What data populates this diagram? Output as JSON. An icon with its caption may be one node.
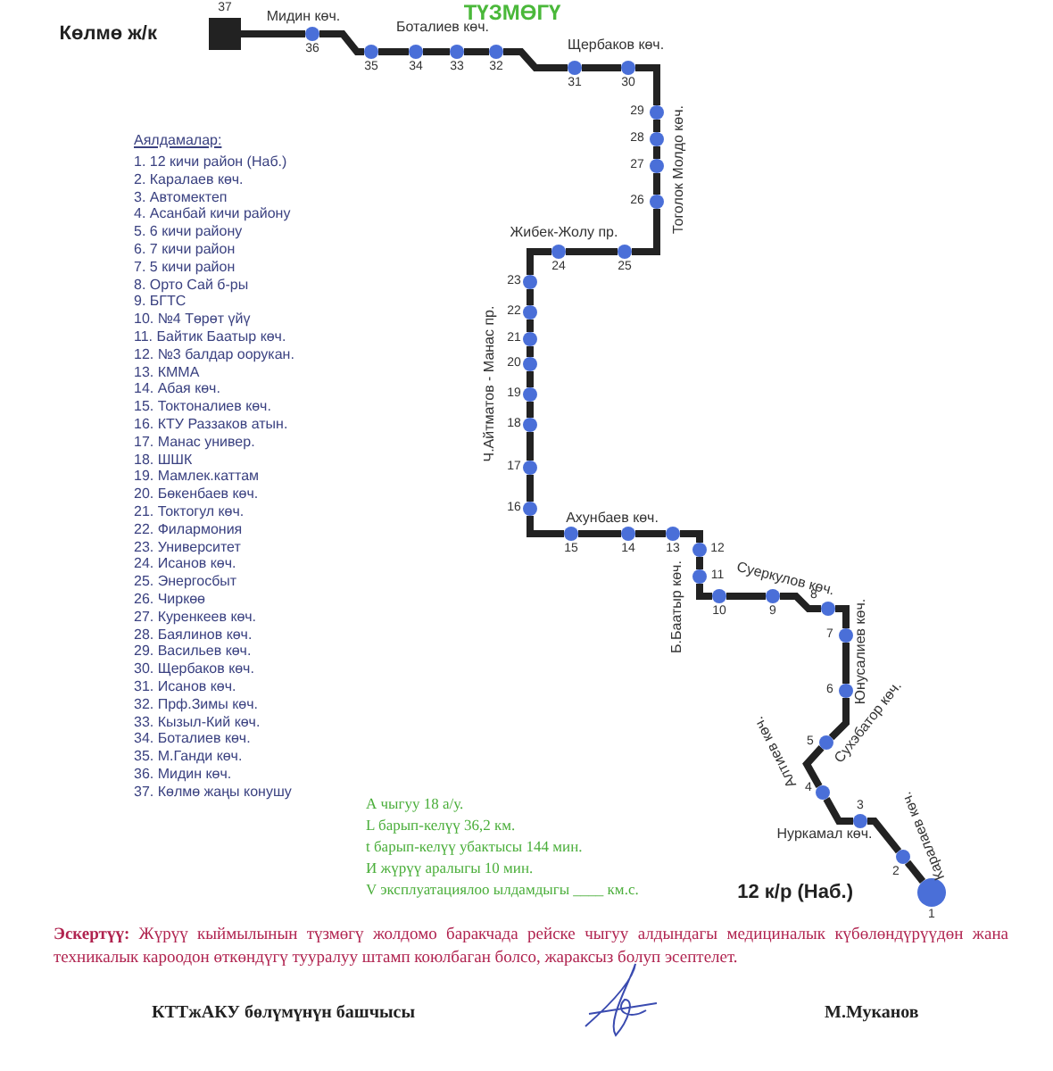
{
  "diagram": {
    "title": "ТҮЗМӨГҮ",
    "nodes": [
      {
        "text": [],
        "shape": "circle",
        "beside": [
          "12 к/р (Наб.)",
          "1"
        ]
      },
      {
        "text": [],
        "shape": "circle",
        "beside": [
          "2"
        ]
      },
      {
        "text": [],
        "shape": "circle",
        "beside": [
          "3"
        ]
      },
      {
        "text": [],
        "shape": "circle",
        "beside": [
          "4"
        ]
      },
      {
        "text": [],
        "shape": "circle",
        "beside": [
          "5"
        ]
      },
      {
        "text": [],
        "shape": "circle",
        "beside": [
          "6"
        ]
      },
      {
        "text": [],
        "shape": "circle",
        "beside": [
          "7"
        ]
      },
      {
        "text": [],
        "shape": "circle",
        "beside": [
          "8"
        ]
      },
      {
        "text": [],
        "shape": "circle",
        "beside": [
          "9"
        ]
      },
      {
        "text": [],
        "shape": "circle",
        "beside": [
          "10"
        ]
      },
      {
        "text": [],
        "shape": "circle",
        "beside": [
          "11"
        ]
      },
      {
        "text": [],
        "shape": "circle",
        "beside": [
          "12"
        ]
      },
      {
        "text": [],
        "shape": "circle",
        "beside": [
          "13"
        ]
      },
      {
        "text": [],
        "shape": "circle",
        "beside": [
          "14"
        ]
      },
      {
        "text": [],
        "shape": "circle",
        "beside": [
          "15"
        ]
      },
      {
        "text": [],
        "shape": "circle",
        "beside": [
          "16"
        ]
      },
      {
        "text": [],
        "shape": "circle",
        "beside": [
          "17"
        ]
      },
      {
        "text": [],
        "shape": "circle",
        "beside": [
          "18"
        ]
      },
      {
        "text": [],
        "shape": "circle",
        "beside": [
          "19"
        ]
      },
      {
        "text": [],
        "shape": "circle",
        "beside": [
          "20"
        ]
      },
      {
        "text": [],
        "shape": "circle",
        "beside": [
          "21"
        ]
      },
      {
        "text": [],
        "shape": "circle",
        "beside": [
          "22"
        ]
      },
      {
        "text": [],
        "shape": "circle",
        "beside": [
          "23"
        ]
      },
      {
        "text": [],
        "shape": "circle",
        "beside": [
          "24"
        ]
      },
      {
        "text": [],
        "shape": "circle",
        "beside": [
          "25"
        ]
      },
      {
        "text": [],
        "shape": "circle",
        "beside": [
          "26"
        ]
      },
      {
        "text": [],
        "shape": "circle",
        "beside": [
          "27"
        ]
      },
      {
        "text": [],
        "shape": "circle",
        "beside": [
          "28"
        ]
      },
      {
        "text": [],
        "shape": "circle",
        "beside": [
          "29"
        ]
      },
      {
        "text": [],
        "shape": "circle",
        "beside": [
          "30"
        ]
      },
      {
        "text": [],
        "shape": "circle",
        "beside": [
          "31"
        ]
      },
      {
        "text": [],
        "shape": "circle",
        "beside": [
          "32"
        ]
      },
      {
        "text": [],
        "shape": "circle",
        "beside": [
          "33"
        ]
      },
      {
        "text": [],
        "shape": "circle",
        "beside": [
          "34"
        ]
      },
      {
        "text": [],
        "shape": "circle",
        "beside": [
          "35"
        ]
      },
      {
        "text": [],
        "shape": "circle",
        "beside": [
          "36"
        ]
      },
      {
        "text": [],
        "shape": "box",
        "beside": [
          "Көлмө ж/к",
          "37"
        ]
      }
    ],
    "edges": [
      {
        "from": 0,
        "to": 1,
        "arrow": "none"
      },
      {
        "from": 1,
        "to": 2,
        "arrow": "none"
      },
      {
        "from": 2,
        "to": 3,
        "arrow": "none"
      },
      {
        "from": 3,
        "to": 4,
        "arrow": "none"
      },
      {
        "from": 4,
        "to": 5,
        "arrow": "none"
      },
      {
        "from": 5,
        "to": 6,
        "arrow": "none"
      },
      {
        "from": 6,
        "to": 7,
        "arrow": "none"
      },
      {
        "from": 7,
        "to": 8,
        "arrow": "none"
      },
      {
        "from": 8,
        "to": 9,
        "arrow": "none"
      },
      {
        "from": 9,
        "to": 10,
        "arrow": "none"
      },
      {
        "from": 10,
        "to": 11,
        "arrow": "none"
      },
      {
        "from": 11,
        "to": 12,
        "arrow": "none"
      },
      {
        "from": 12,
        "to": 13,
        "arrow": "none"
      },
      {
        "from": 13,
        "to": 14,
        "arrow": "none"
      },
      {
        "from": 14,
        "to": 15,
        "arrow": "none"
      },
      {
        "from": 15,
        "to": 16,
        "arrow": "none"
      },
      {
        "from": 16,
        "to": 17,
        "arrow": "none"
      },
      {
        "from": 17,
        "to": 18,
        "arrow": "none"
      },
      {
        "from": 18,
        "to": 19,
        "arrow": "none"
      },
      {
        "from": 19,
        "to": 20,
        "arrow": "none"
      },
      {
        "from": 20,
        "to": 21,
        "arrow": "none"
      },
      {
        "from": 21,
        "to": 22,
        "arrow": "none"
      },
      {
        "from": 22,
        "to": 23,
        "arrow": "none"
      },
      {
        "from": 23,
        "to": 24,
        "arrow": "none"
      },
      {
        "from": 24,
        "to": 25,
        "arrow": "none"
      },
      {
        "from": 25,
        "to": 26,
        "arrow": "none"
      },
      {
        "from": 26,
        "to": 27,
        "arrow": "none"
      },
      {
        "from": 27,
        "to": 28,
        "arrow": "none"
      },
      {
        "from": 28,
        "to": 29,
        "arrow": "none"
      },
      {
        "from": 29,
        "to": 30,
        "arrow": "none"
      },
      {
        "from": 30,
        "to": 31,
        "arrow": "none"
      },
      {
        "from": 31,
        "to": 32,
        "arrow": "none"
      },
      {
        "from": 32,
        "to": 33,
        "arrow": "none"
      },
      {
        "from": 33,
        "to": 34,
        "arrow": "none"
      },
      {
        "from": 34,
        "to": 35,
        "arrow": "none"
      },
      {
        "from": 35,
        "to": 36,
        "arrow": "none"
      }
    ],
    "labels": [
      "Мидин көч.",
      "Боталиев көч.",
      "Щербаков көч.",
      "Тоголок Молдо көч.",
      "Жибек-Жолу пр.",
      "Ч.Айтматов - Манас пр.",
      "Ахунбаев көч.",
      "Б.Баатыр көч.",
      "Суеркулов көч.",
      "Юнусалиев көч.",
      "Сухэбатор көч.",
      "Алтиев көч.",
      "Нуркамал көч.",
      "Каралаев көч.",
      "Аялдамалар:",
      "1. 12 кичи район (Наб.)",
      "2. Каралаев көч.",
      "3. Автомектеп",
      "4. Асанбай кичи району",
      "5. 6 кичи району",
      "6. 7 кичи район",
      "7. 5 кичи район",
      "8. Орто Сай б-ры",
      "9. БГТС",
      "10. №4 Төрөт үйү",
      "11. Байтик Баатыр көч.",
      "12. №3 балдар оорукан.",
      "13. КММА",
      "14. Абая көч.",
      "15. Токтоналиев көч.",
      "16. КТУ Раззаков атын.",
      "17. Манас универ.",
      "18. ШШК",
      "19. Мамлек.каттам",
      "20. Бөкенбаев көч.",
      "21. Токтогул көч.",
      "22. Филармония",
      "23. Университет",
      "24. Исанов көч.",
      "25. Энергосбыт",
      "26. Чиркөө",
      "27. Куренкеев көч.",
      "28. Баялинов көч.",
      "29. Васильев көч.",
      "30. Щербаков көч.",
      "31. Исанов көч.",
      "32. Прф.Зимы көч.",
      "33. Кызыл-Кий көч.",
      "34. Боталиев көч.",
      "35. М.Ганди көч.",
      "36. Мидин көч.",
      "37. Көлмө жаңы конушу",
      "А чыгуу 18 а/у.",
      "L барып-келүү 36,2 км.",
      "t барып-келүү убактысы 144 мин.",
      "И жүрүү аралыгы 10 мин.",
      "V эксплуатациялоо ылдамдыгы ____ км.с.",
      "**Эскертүү:** Жүрүү кыймылынын түзмөгү жолдомо баракчада рейске чыгуу алдындагы медициналык күбөлөндүрүүдөн жана техникалык кароодон өткөндүгү тууралуу штамп коюлбаган болсо, жараксыз болуп эсептелет.",
      "КТТжАКУ бөлүмүнүн башчысы",
      "М.Муканов"
    ]
  }
}
